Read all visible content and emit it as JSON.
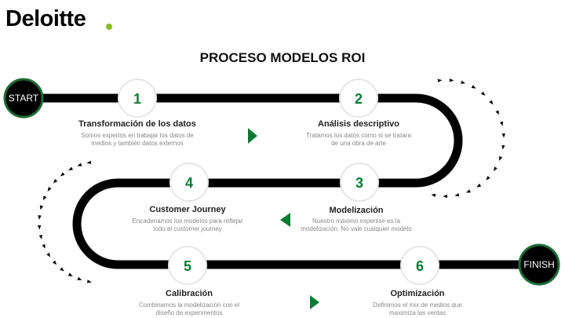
{
  "brand": {
    "name": "Deloitte",
    "dot_color": "#86bc25"
  },
  "title": "PROCESO MODELOS ROI",
  "start_label": "START",
  "finish_label": "FINISH",
  "colors": {
    "road": "#000000",
    "accent": "#0a7a33",
    "endpoint_ring": "#1e6b35"
  },
  "steps": [
    {
      "number": "1",
      "title": "Transformación de los datos",
      "desc": "Somos expertos en trabajar los datos de\nmedios y también datos externos"
    },
    {
      "number": "2",
      "title": "Análisis descriptivo",
      "desc": "Tratamos los datos como si se tratara\nde una obra de arte"
    },
    {
      "number": "3",
      "title": "Modelización",
      "desc": "Nuestro máximo  expertise es la\nmodelización.  No vale cualquier modelo"
    },
    {
      "number": "4",
      "title": "Customer Journey",
      "desc": "Encadenamos los modelos  para reflejar\ntodo el customer journey"
    },
    {
      "number": "5",
      "title": "Calibración",
      "desc": "Combinamos  la modelización  con el\ndiseño de experimentos"
    },
    {
      "number": "6",
      "title": "Optimización",
      "desc": "Definimos el mix  de medios que\nmaximiza  las ventas"
    }
  ]
}
